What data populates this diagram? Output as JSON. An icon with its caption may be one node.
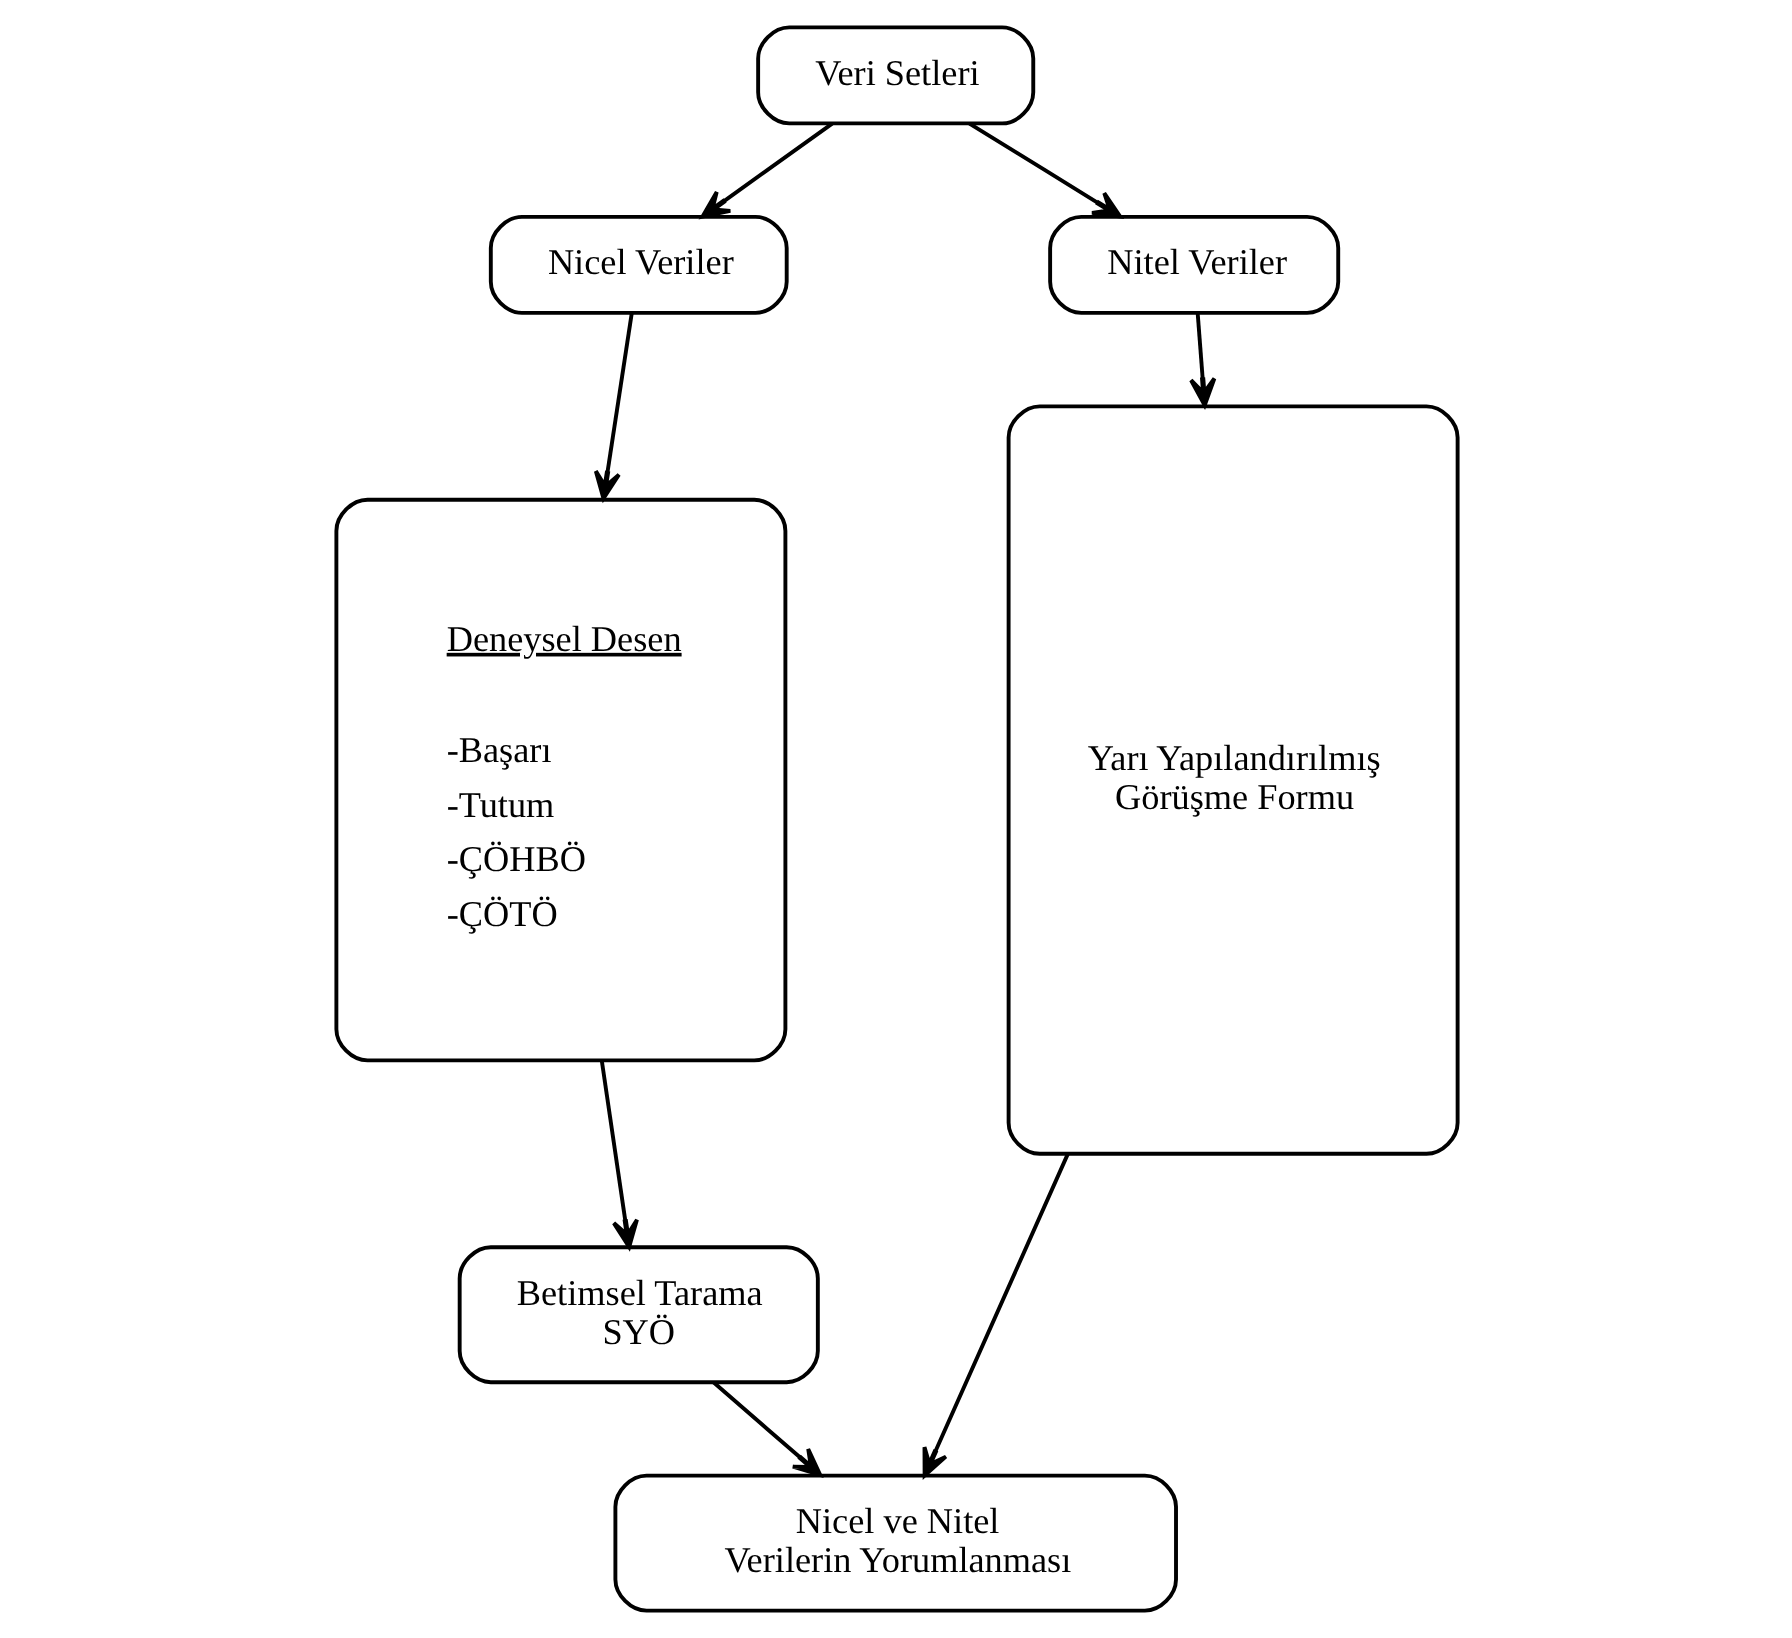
{
  "diagram": {
    "nodes": [
      {
        "text": [
          "Veri Setleri"
        ]
      },
      {
        "text": [
          "Nicel Veriler"
        ]
      },
      {
        "text": [
          "Nitel Veriler"
        ]
      },
      {
        "text": [
          "Deneysel Desen",
          "-Başarı",
          "-Tutum",
          "-ÇÖHBÖ",
          "-ÇÖTÖ"
        ]
      },
      {
        "text": [
          "Yarı Yapılandırılmış Görüşme Formu"
        ]
      },
      {
        "text": [
          "Betimsel Tarama",
          "SYÖ"
        ]
      },
      {
        "text": [
          "Nicel ve Nitel Verilerin Yorumlanması"
        ]
      }
    ],
    "edges": [
      {
        "from": 0,
        "to": 1,
        "arrow": "to"
      },
      {
        "from": 0,
        "to": 2,
        "arrow": "to"
      },
      {
        "from": 1,
        "to": 3,
        "arrow": "to"
      },
      {
        "from": 2,
        "to": 4,
        "arrow": "to"
      },
      {
        "from": 3,
        "to": 5,
        "arrow": "to"
      },
      {
        "from": 5,
        "to": 6,
        "arrow": "to"
      },
      {
        "from": 4,
        "to": 6,
        "arrow": "to"
      }
    ]
  }
}
